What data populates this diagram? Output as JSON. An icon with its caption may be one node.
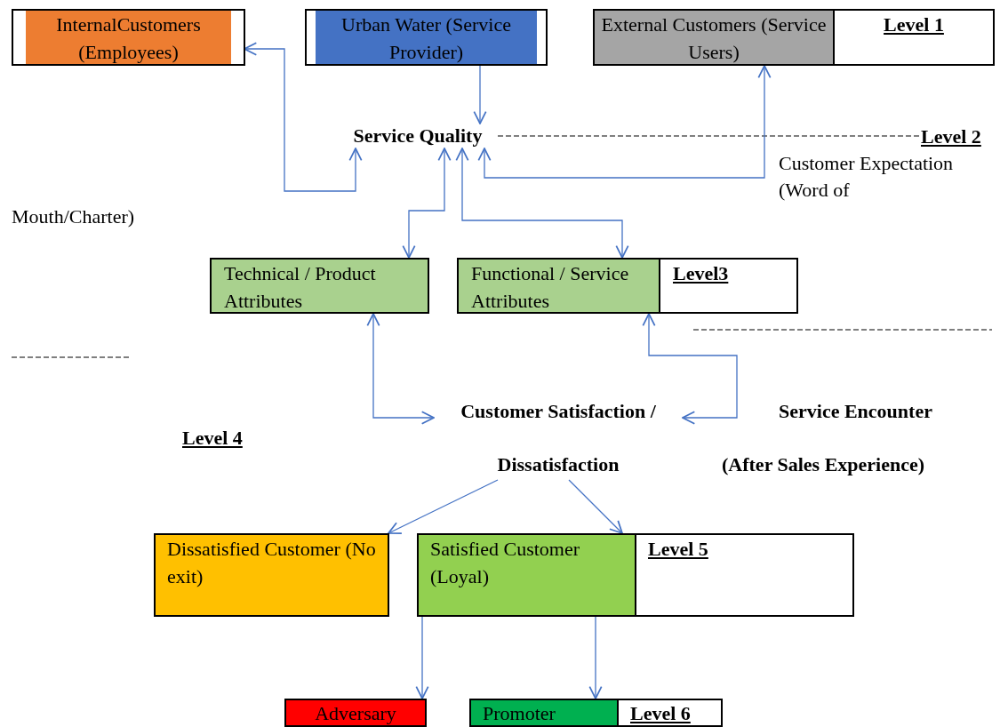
{
  "diagram": {
    "nodes": [
      {
        "text": [
          "InternalCustomers (Employees)"
        ]
      },
      {
        "text": [
          "Urban Water (Service Provider)"
        ]
      },
      {
        "text": [
          "External Customers (Service Users)"
        ]
      },
      {
        "text": [
          "Level 1"
        ]
      },
      {
        "text": [
          "Service Quality"
        ]
      },
      {
        "text": [
          "Technical / Product Attributes"
        ]
      },
      {
        "text": [
          "Functional / Service Attributes"
        ]
      },
      {
        "text": [
          "Level3"
        ]
      },
      {
        "text": [
          "Customer Satisfaction /",
          "Dissatisfaction"
        ]
      },
      {
        "text": [
          "Dissatisfied Customer (No exit)"
        ]
      },
      {
        "text": [
          "Satisfied Customer (Loyal)"
        ]
      },
      {
        "text": [
          "Level 5"
        ]
      },
      {
        "text": [
          "Adversary"
        ]
      },
      {
        "text": [
          "Promoter"
        ]
      },
      {
        "text": [
          "Level 6"
        ]
      }
    ],
    "edges": [
      {
        "from": 0,
        "to": 4,
        "arrow": "both"
      },
      {
        "from": 1,
        "to": 4,
        "arrow": "to"
      },
      {
        "from": 2,
        "to": 4,
        "arrow": "both"
      },
      {
        "from": 4,
        "to": 5,
        "arrow": "both"
      },
      {
        "from": 4,
        "to": 6,
        "arrow": "both"
      },
      {
        "from": 5,
        "to": 8,
        "arrow": "both"
      },
      {
        "from": 6,
        "to": 8,
        "arrow": "both"
      },
      {
        "from": 8,
        "to": 9,
        "arrow": "to"
      },
      {
        "from": 8,
        "to": 10,
        "arrow": "to"
      },
      {
        "from": 10,
        "to": 12,
        "arrow": "to"
      },
      {
        "from": 10,
        "to": 13,
        "arrow": "to"
      }
    ],
    "labels": [
      "Level 2",
      "Customer Expectation (Word of",
      "Mouth/Charter)",
      "Service Encounter",
      "Level 4",
      "(After Sales Experience)"
    ]
  }
}
